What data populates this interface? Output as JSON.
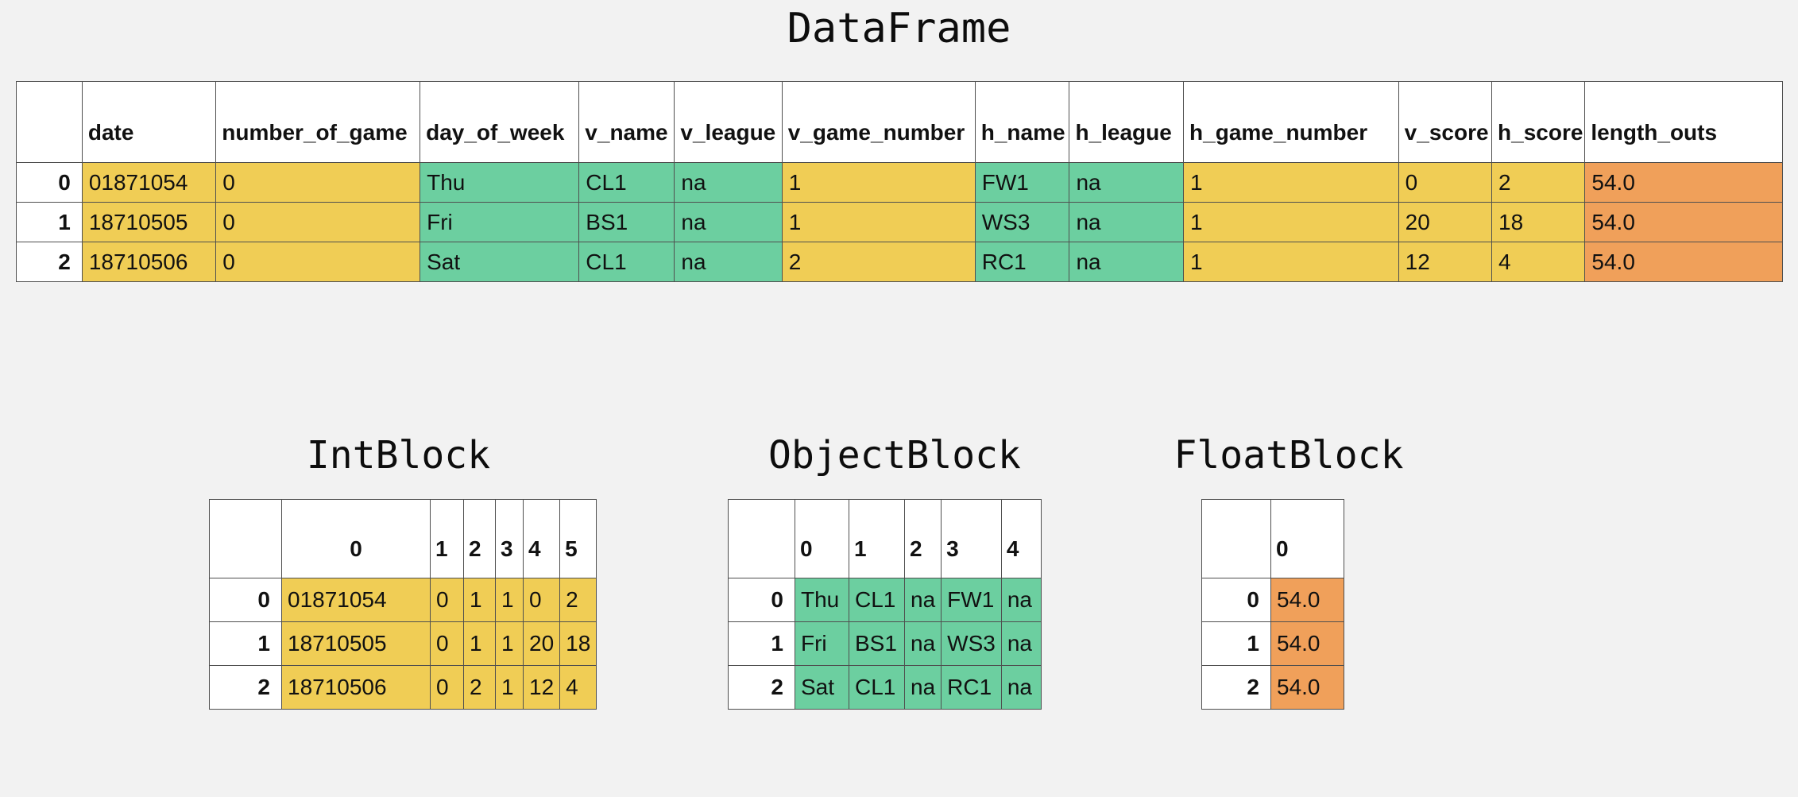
{
  "titles": {
    "dataframe": "DataFrame",
    "int_block": "IntBlock",
    "object_block": "ObjectBlock",
    "float_block": "FloatBlock"
  },
  "colors": {
    "int_fill": "#f0cd55",
    "object_fill": "#6ccfa0",
    "float_fill": "#f0a05a",
    "page_background": "#f2f2f2",
    "grid_line": "#4f4f4f",
    "cell_background": "#ffffff"
  },
  "dataframe": {
    "columns": [
      "date",
      "number_of_game",
      "day_of_week",
      "v_name",
      "v_league",
      "v_game_number",
      "h_name",
      "h_league",
      "h_game_number",
      "v_score",
      "h_score",
      "length_outs"
    ],
    "column_types": [
      "int",
      "int",
      "object",
      "object",
      "object",
      "int",
      "object",
      "object",
      "int",
      "int",
      "int",
      "float"
    ],
    "index": [
      "0",
      "1",
      "2"
    ],
    "rows": [
      [
        "01871054",
        "0",
        "Thu",
        "CL1",
        "na",
        "1",
        "FW1",
        "na",
        "1",
        "0",
        "2",
        "54.0"
      ],
      [
        "18710505",
        "0",
        "Fri",
        "BS1",
        "na",
        "1",
        "WS3",
        "na",
        "1",
        "20",
        "18",
        "54.0"
      ],
      [
        "18710506",
        "0",
        "Sat",
        "CL1",
        "na",
        "2",
        "RC1",
        "na",
        "1",
        "12",
        "4",
        "54.0"
      ]
    ]
  },
  "int_block": {
    "columns": [
      "0",
      "1",
      "2",
      "3",
      "4",
      "5"
    ],
    "index": [
      "0",
      "1",
      "2"
    ],
    "rows": [
      [
        "01871054",
        "0",
        "1",
        "1",
        "0",
        "2"
      ],
      [
        "18710505",
        "0",
        "1",
        "1",
        "20",
        "18"
      ],
      [
        "18710506",
        "0",
        "2",
        "1",
        "12",
        "4"
      ]
    ]
  },
  "object_block": {
    "columns": [
      "0",
      "1",
      "2",
      "3",
      "4"
    ],
    "index": [
      "0",
      "1",
      "2"
    ],
    "rows": [
      [
        "Thu",
        "CL1",
        "na",
        "FW1",
        "na"
      ],
      [
        "Fri",
        "BS1",
        "na",
        "WS3",
        "na"
      ],
      [
        "Sat",
        "CL1",
        "na",
        "RC1",
        "na"
      ]
    ]
  },
  "float_block": {
    "columns": [
      "0"
    ],
    "index": [
      "0",
      "1",
      "2"
    ],
    "rows": [
      [
        "54.0"
      ],
      [
        "54.0"
      ],
      [
        "54.0"
      ]
    ]
  }
}
